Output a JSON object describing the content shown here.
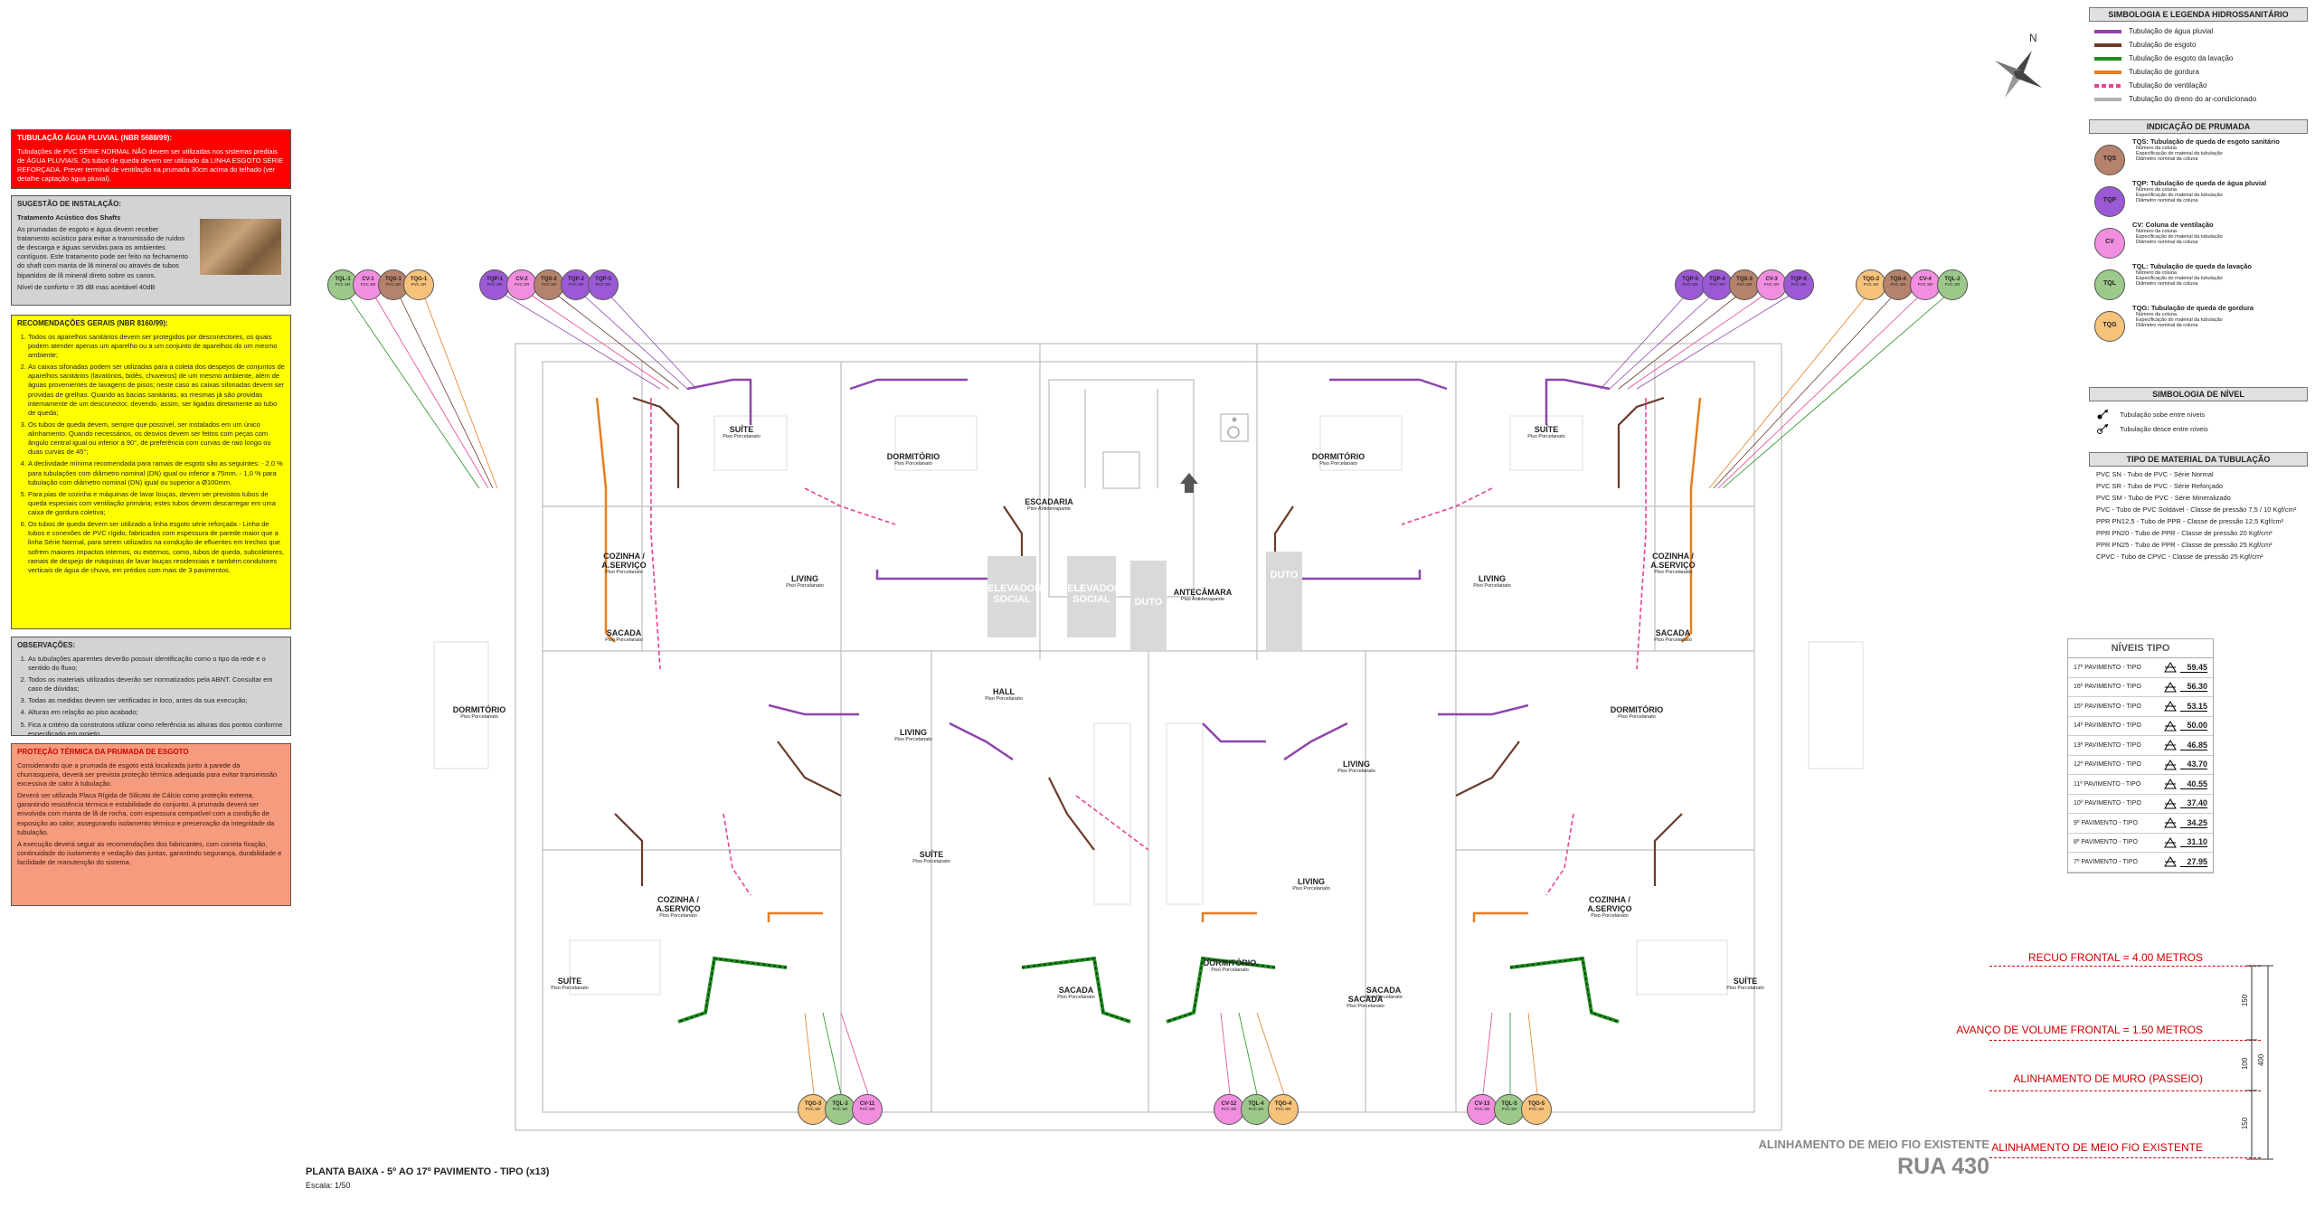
{
  "colors": {
    "pluvial": "#8e44ad",
    "esgoto": "#6b3a2a",
    "lavacao": "#1f8f1f",
    "gordura": "#e67e22",
    "ventilacao": "#e84393",
    "dreno": "#b0b0b0",
    "tgs_circle": "#b5826b",
    "tqp_circle": "#9b59d6",
    "cv_circle": "#f28ee0",
    "tql_circle": "#9cc98a",
    "tqg_circle": "#f7c27a",
    "red_box": "#ff0000",
    "yellow_box": "#ffff00",
    "salmon_box": "#f59b7e",
    "gray_box": "#d3d3d3"
  },
  "pluvial_box": {
    "title": "TUBULAÇÃO ÁGUA PLUVIAL (NBR 5688/99):",
    "text": "Tubulações de PVC SÉRIE NORMAL NÃO devem ser utilizadas nos sistemas prediais de ÁGUA PLUVIAIS. Os tubos de queda devem ser utilizado da LINHA ESGOTO SÉRIE REFORÇADA. Prever terminal de ventilação na prumada 30cm acima do telhado (ver detalhe captação água pluvial)."
  },
  "sugestao_box": {
    "title": "SUGESTÃO DE INSTALAÇÃO:",
    "subtitle": "Tratamento Acústico dos Shafts",
    "text": "As prumadas de esgoto e água devem receber tratamento acústico para evitar a transmissão de ruídos de descarga e águas servidas para os ambientes contíguos. Este tratamento pode ser feito no fechamento do shaft com manta de lã mineral ou através de tubos bipartidos de lã mineral direto sobre os canos.",
    "note": "Nível de conforto = 35 dB mas aceitável 40dB"
  },
  "recomendacoes_box": {
    "title": "RECOMENDAÇÕES GERAIS (NBR 8160/99):",
    "items": [
      "Todos os aparelhos sanitários devem ser protegidos por desconectores, os quais podem atender apenas um aparelho ou a um conjunto de aparelhos do um mesmo ambiente;",
      "As caixas sifonadas podem ser utilizadas para a coleta dos despejos de conjuntos de aparelhos sanitários (lavatórios, bidês, chuveiros) de um mesmo ambiente, além de águas provenientes de lavagens de pisos; neste caso as caixas sifonadas devem ser providas de grelhas. Quando as bacias sanitárias, as mesmas já são providas internamente de um desconector, devendo, assim, ser ligadas diretamente ao tubo de queda;",
      "Os tubos de queda devem, sempre que possível, ser instalados em um único alinhamento. Quando necessários, os desvios devem ser feitos com peças com ângulo central igual ou inferior a 90°, de preferência com curvas de raio longo ou duas curvas de 45°;",
      "A declividade mínima recomendada para ramais de esgoto são as seguintes: - 2,0 % para tubulações com diâmetro nominal (DN) igual ou inferior a 75mm. - 1,0 % para tubulação com diâmetro nominal (DN) igual ou superior a Ø100mm.",
      "Para pias de cozinha e máquinas de lavar louças, devem ser previstos tubos de queda especiais com ventilação primária; estes tubos devem descarregar em uma caixa de gordura coletiva;",
      "Os tubos de queda devem ser utilizado a linha esgoto série reforçada - Linha de tubos e conexões de PVC rígido, fabricados com espessura de parede maior que a linha Série Normal, para serem utilizados na condução de efluentes em trechos que sofrem maiores impactos internos, ou externos, como, tubos de queda, subcoletores, ramais de despejo de máquinas de lavar louças residenciais e também condutores verticais de água de chuva, em prédios com mais de 3 pavimentos."
    ]
  },
  "observacoes_box": {
    "title": "OBSERVAÇÕES:",
    "items": [
      "As tubulações aparentes deverão possuir identificação como o tipo da rede e o sentido do fluxo;",
      "Todos os materiais utilizados deverão ser normatizados pela ABNT. Consultar em caso de dúvidas;",
      "Todas as medidas devem ser verificadas in loco, antes da sua execução;",
      "Alturas em relação ao piso acabado;",
      "Fica a critério da construtora utilizar como referência as alturas dos pontos conforme especificado em projeto."
    ]
  },
  "protecao_box": {
    "title": "PROTEÇÃO TÉRMICA DA PRUMADA DE ESGOTO",
    "paragraphs": [
      "Considerando que a prumada de esgoto está localizada junto à parede da churrasqueira, deverá ser prevista proteção térmica adequada para evitar transmissão excessiva de calor à tubulação.",
      "Deverá ser utilizada Placa Rígida de Silicato de Cálcio como proteção externa, garantindo resistência térmica e estabilidade do conjunto. A prumada deverá ser envolvida com manta de lã de rocha, com espessura compatível com a condição de exposição ao calor, assegurando isolamento térmico e preservação da integridade da tubulação.",
      "A execução deverá seguir as recomendações dos fabricantes, com correta fixação, continuidade do isolamento e vedação das juntas, garantindo segurança, durabilidade e facilidade de manutenção do sistema."
    ]
  },
  "legend": {
    "title": "SIMBOLOGIA E LEGENDA HIDROSSANITÁRIO",
    "items": [
      {
        "label": "Tubulação de água pluvial",
        "color": "#8e44ad"
      },
      {
        "label": "Tubulação de esgoto",
        "color": "#6b3a2a"
      },
      {
        "label": "Tubulação de esgoto da lavação",
        "color": "#1f8f1f"
      },
      {
        "label": "Tubulação de gordura",
        "color": "#e67e22"
      },
      {
        "label": "Tubulação de ventilação",
        "color": "#e84393"
      },
      {
        "label": "Tubulação do dreno do ar-condicionado",
        "color": "#b0b0b0"
      }
    ]
  },
  "prumada": {
    "title": "INDICAÇÃO DE PRUMADA",
    "items": [
      {
        "code": "TQS",
        "label": "TQS: Tubulação de queda de esgoto sanitário",
        "color": "#b5826b"
      },
      {
        "code": "TQP",
        "label": "TQP: Tubulação de queda de água pluvial",
        "color": "#9b59d6"
      },
      {
        "code": "CV",
        "label": "CV: Coluna de ventilação",
        "color": "#f28ee0"
      },
      {
        "code": "TQL",
        "label": "TQL: Tubulação de queda da lavação",
        "color": "#9cc98a"
      },
      {
        "code": "TQG",
        "label": "TQG: Tubulação de queda de gordura",
        "color": "#f7c27a"
      }
    ],
    "sub": [
      "Número da coluna",
      "Especificação do material da tubulação",
      "Diâmetro nominal da coluna"
    ]
  },
  "nivel_legend": {
    "title": "SIMBOLOGIA DE NÍVEL",
    "items": [
      "Tubulação sobe entre níveis",
      "Tubulação desce entre níveis"
    ]
  },
  "material": {
    "title": "TIPO DE MATERIAL DA TUBULAÇÃO",
    "items": [
      "PVC SN - Tubo de PVC - Série Normal",
      "PVC SR - Tubo de PVC - Série Reforçado",
      "PVC SM - Tubo de PVC - Série Mineralizado",
      "PVC - Tubo de PVC Soldável - Classe de pressão 7,5 / 10 Kgf/cm²",
      "PPR PN12,5 - Tubo de PPR - Classe de pressão 12,5 Kgf/cm²",
      "PPR PN20 - Tubo de PPR - Classe de pressão 20 Kgf/cm²",
      "PPR PN25 - Tubo de PPR - Classe de pressão 25 Kgf/cm²",
      "CPVC - Tubo de CPVC - Classe de pressão 25 Kgf/cm²"
    ]
  },
  "niveis": {
    "title": "NÍVEIS TIPO",
    "rows": [
      {
        "label": "17º PAVIMENTO - TIPO",
        "value": "59.45"
      },
      {
        "label": "16º PAVIMENTO - TIPO",
        "value": "56.30"
      },
      {
        "label": "15º PAVIMENTO - TIPO",
        "value": "53.15"
      },
      {
        "label": "14º PAVIMENTO - TIPO",
        "value": "50.00"
      },
      {
        "label": "13º PAVIMENTO - TIPO",
        "value": "46.85"
      },
      {
        "label": "12º PAVIMENTO - TIPO",
        "value": "43.70"
      },
      {
        "label": "11º PAVIMENTO - TIPO",
        "value": "40.55"
      },
      {
        "label": "10º PAVIMENTO - TIPO",
        "value": "37.40"
      },
      {
        "label": "9º PAVIMENTO - TIPO",
        "value": "34.25"
      },
      {
        "label": "8º PAVIMENTO - TIPO",
        "value": "31.10"
      },
      {
        "label": "7º PAVIMENTO - TIPO",
        "value": "27.95"
      }
    ]
  },
  "setbacks": {
    "recuo": "RECUO FRONTAL = 4.00 METROS",
    "avanco": "AVANÇO DE VOLUME FRONTAL = 1.50 METROS",
    "muro": "ALINHAMENTO DE MURO (PASSEIO)",
    "meio_fio": "ALINHAMENTO DE MEIO FIO EXISTENTE",
    "dim1": "150",
    "dim2": "100",
    "dim3": "150",
    "dim_total": "400"
  },
  "footer": {
    "meio_fio": "ALINHAMENTO DE MEIO FIO EXISTENTE",
    "street": "RUA 430",
    "plan_title": "PLANTA BAIXA - 5º AO 17º PAVIMENTO - TIPO (x13)",
    "scale": "Escala: 1/50"
  },
  "rooms": [
    {
      "name": "SUÍTE",
      "sub": "Piso Porcelanato"
    },
    {
      "name": "DORMITÓRIO",
      "sub": "Piso Porcelanato"
    },
    {
      "name": "ESCADARIA",
      "sub": "Piso Antiderrapante"
    },
    {
      "name": "DORMITÓRIO",
      "sub": "Piso Porcelanato"
    },
    {
      "name": "SUÍTE",
      "sub": "Piso Porcelanato"
    },
    {
      "name": "COZINHA / A.SERVIÇO",
      "sub": "Piso Porcelanato"
    },
    {
      "name": "LIVING",
      "sub": "Piso Porcelanato"
    },
    {
      "name": "ANTECÂMARA",
      "sub": "Piso Antiderrapante"
    },
    {
      "name": "LIVING",
      "sub": "Piso Porcelanato"
    },
    {
      "name": "COZINHA / A.SERVIÇO",
      "sub": "Piso Porcelanato"
    },
    {
      "name": "SACADA",
      "sub": "Piso Porcelanato"
    },
    {
      "name": "SACADA",
      "sub": "Piso Porcelanato"
    },
    {
      "name": "HALL",
      "sub": "Piso Porcelanato"
    },
    {
      "name": "DORMITÓRIO",
      "sub": "Piso Porcelanato"
    },
    {
      "name": "DORMITÓRIO",
      "sub": "Piso Porcelanato"
    },
    {
      "name": "LIVING",
      "sub": "Piso Porcelanato"
    },
    {
      "name": "LIVING",
      "sub": "Piso Porcelanato"
    },
    {
      "name": "SUÍTE",
      "sub": "Piso Porcelanato"
    },
    {
      "name": "COZINHA / A.SERVIÇO",
      "sub": "Piso Porcelanato"
    },
    {
      "name": "LIVING",
      "sub": "Piso Porcelanato"
    },
    {
      "name": "COZINHA / A.SERVIÇO",
      "sub": "Piso Porcelanato"
    },
    {
      "name": "SUÍTE",
      "sub": "Piso Porcelanato"
    },
    {
      "name": "SACADA",
      "sub": "Piso Porcelanato"
    },
    {
      "name": "DORMITÓRIO",
      "sub": "Piso Porcelanato"
    },
    {
      "name": "SACADA",
      "sub": "Piso Porcelanato"
    },
    {
      "name": "SACADA",
      "sub": "Piso Porcelanato"
    },
    {
      "name": "SUÍTE",
      "sub": "Piso Porcelanato"
    }
  ],
  "elevators": [
    "ELEVADOR SOCIAL",
    "ELEVADOR SOCIAL",
    "DUTO",
    "DUTO"
  ],
  "columns_top_left": [
    "TQL-1",
    "CV-1",
    "TQS-1",
    "TQG-1"
  ],
  "columns_top_mid_left": [
    "TQP-1",
    "CV-2",
    "TQS-2",
    "TQP-2",
    "TQP-3"
  ],
  "columns_top_mid_right": [
    "TQP-5",
    "TQP-4",
    "TQS-3",
    "CV-3",
    "TQP-6"
  ],
  "columns_top_right": [
    "TQG-2",
    "TQS-4",
    "CV-4",
    "TQL-2"
  ],
  "columns_bottom": [
    "TQG-3",
    "TQL-3",
    "CV-11",
    "CV-12",
    "TQL-4",
    "TQG-4",
    "CV-13",
    "TQL-5",
    "TQG-5"
  ],
  "tube_spec": "PVC SR"
}
